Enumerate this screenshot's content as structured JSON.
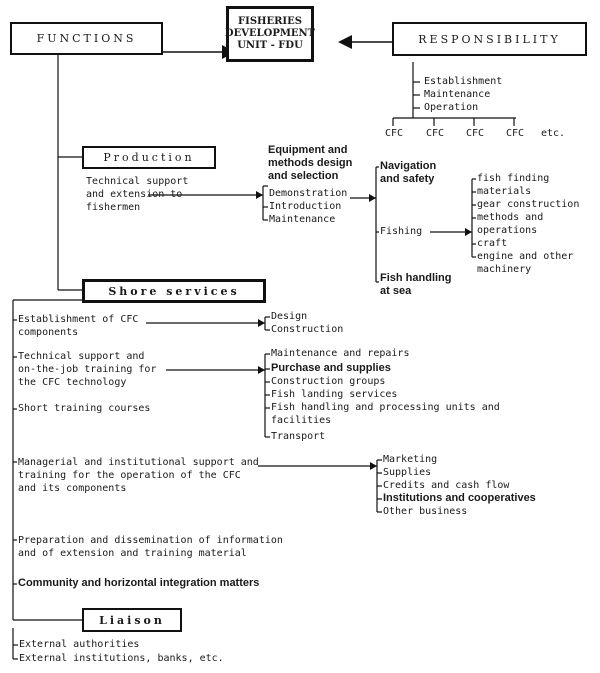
{
  "header": {
    "functions": "FUNCTIONS",
    "fdu": "FISHERIES DEVELOPMENT UNIT - FDU",
    "responsibility": "RESPONSIBILITY"
  },
  "responsibility_items": [
    "Establishment",
    "Maintenance",
    "Operation"
  ],
  "cfc_labels": [
    "CFC",
    "CFC",
    "CFC",
    "CFC",
    "etc."
  ],
  "production": {
    "title": "Production",
    "description": "Technical support and extension to fishermen",
    "activities": [
      "Equipment and methods design and selection",
      "Demonstration",
      "Introduction",
      "Maintenance"
    ],
    "areas": [
      "Navigation and safety",
      "Fishing",
      "Fish handling at sea"
    ],
    "fishing_items": [
      "fish finding",
      "materials",
      "gear construction",
      "methods and operations",
      "craft",
      "engine and other machinery"
    ]
  },
  "shore": {
    "title": "Shore services",
    "establishment": "Establishment of CFC components",
    "establishment_items": [
      "Design",
      "Construction"
    ],
    "technical": "Technical support and on-the-job training for the CFC technology",
    "short_training": "Short training courses",
    "technical_items": [
      "Maintenance and repairs",
      "Purchase and supplies",
      "Construction groups",
      "Fish landing services",
      "Fish handling and processing units and facilities",
      "Transport"
    ],
    "managerial": "Managerial and institutional support and training for the operation of the CFC and its components",
    "managerial_items": [
      "Marketing",
      "Supplies",
      "Credits and cash flow",
      "Institutions and cooperatives",
      "Other business"
    ],
    "preparation": "Preparation and dissemination of information and of extension and training material",
    "community": "Community and horizontal integration matters"
  },
  "liaison": {
    "title": "Liaison",
    "items": [
      "External authorities",
      "External institutions, banks, etc."
    ]
  }
}
